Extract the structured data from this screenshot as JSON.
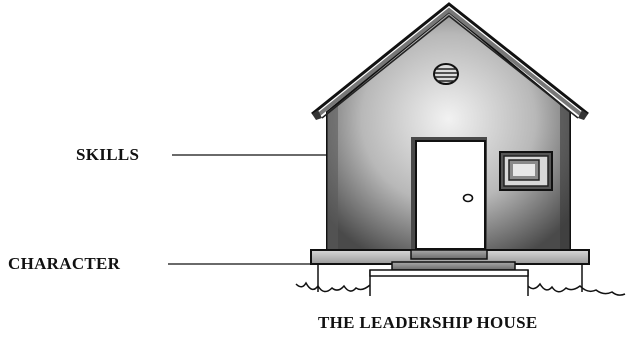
{
  "diagram": {
    "labels": {
      "skills": "SKILLS",
      "character": "CHARACTER"
    },
    "caption": "THE LEADERSHIP HOUSE"
  }
}
